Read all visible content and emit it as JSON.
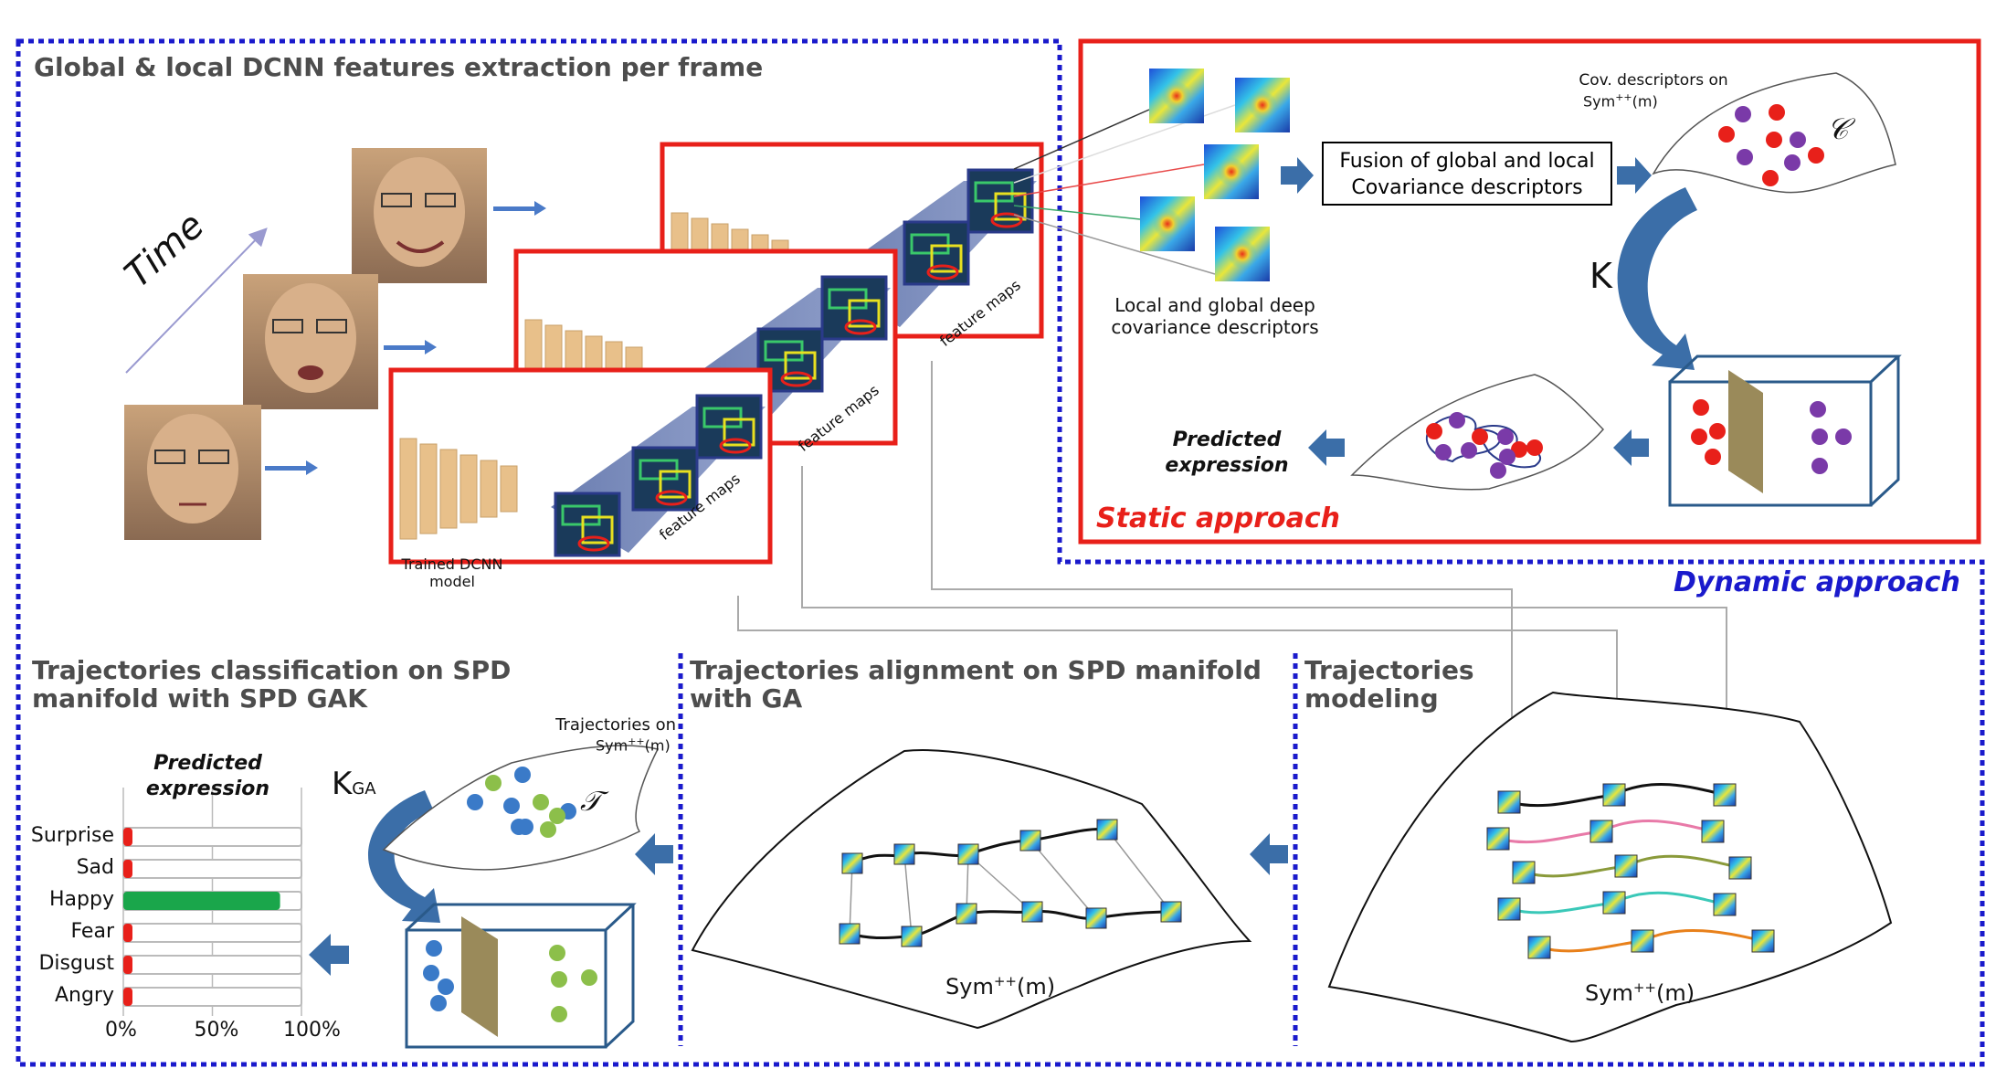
{
  "sections": {
    "global_local": "Global & local DCNN features extraction per frame",
    "static": "Static approach",
    "dynamic": "Dynamic approach",
    "classification": [
      "Trajectories classification on SPD",
      "manifold with SPD GAK"
    ],
    "alignment": [
      "Trajectories alignment on SPD manifold",
      "with GA"
    ],
    "modeling": [
      "Trajectories",
      "modeling"
    ]
  },
  "labels": {
    "time": "Time",
    "trained_model": [
      "Trained DCNN",
      "model"
    ],
    "feature_maps": "feature maps",
    "local_global_desc": [
      "Local and global deep",
      "covariance descriptors"
    ],
    "fusion": [
      "Fusion of global and local",
      "Covariance descriptors"
    ],
    "cov_desc_on": "Cov. descriptors on",
    "sym_small": "Sym",
    "sym_sup": "++",
    "sym_arg": "(m)",
    "c_symbol": "𝒞",
    "t_symbol": "𝒯",
    "k": "K",
    "k_ga": "K",
    "k_ga_sub": "GA",
    "traj_on": "Trajectories on",
    "predicted_expression": [
      "Predicted",
      "expression"
    ]
  },
  "chart_data": {
    "type": "bar",
    "title": "Predicted expression",
    "categories": [
      "Surprise",
      "Sad",
      "Happy",
      "Fear",
      "Disgust",
      "Angry"
    ],
    "values": [
      4,
      3,
      88,
      4,
      3,
      2
    ],
    "colors": [
      "#e8201a",
      "#e8201a",
      "#1aa64b",
      "#e8201a",
      "#e8201a",
      "#e8201a"
    ],
    "xticks": [
      "0%",
      "50%",
      "100%"
    ],
    "xlim": [
      0,
      100
    ]
  },
  "colors": {
    "static_border": "#e8201a",
    "dynamic_border": "#1a1acc",
    "arrow": "#3b6ea8",
    "red_dot": "#e8201a",
    "purple_dot": "#7a3aa8",
    "blue_dot": "#3a7ac8",
    "green_dot": "#8cbf4a"
  }
}
